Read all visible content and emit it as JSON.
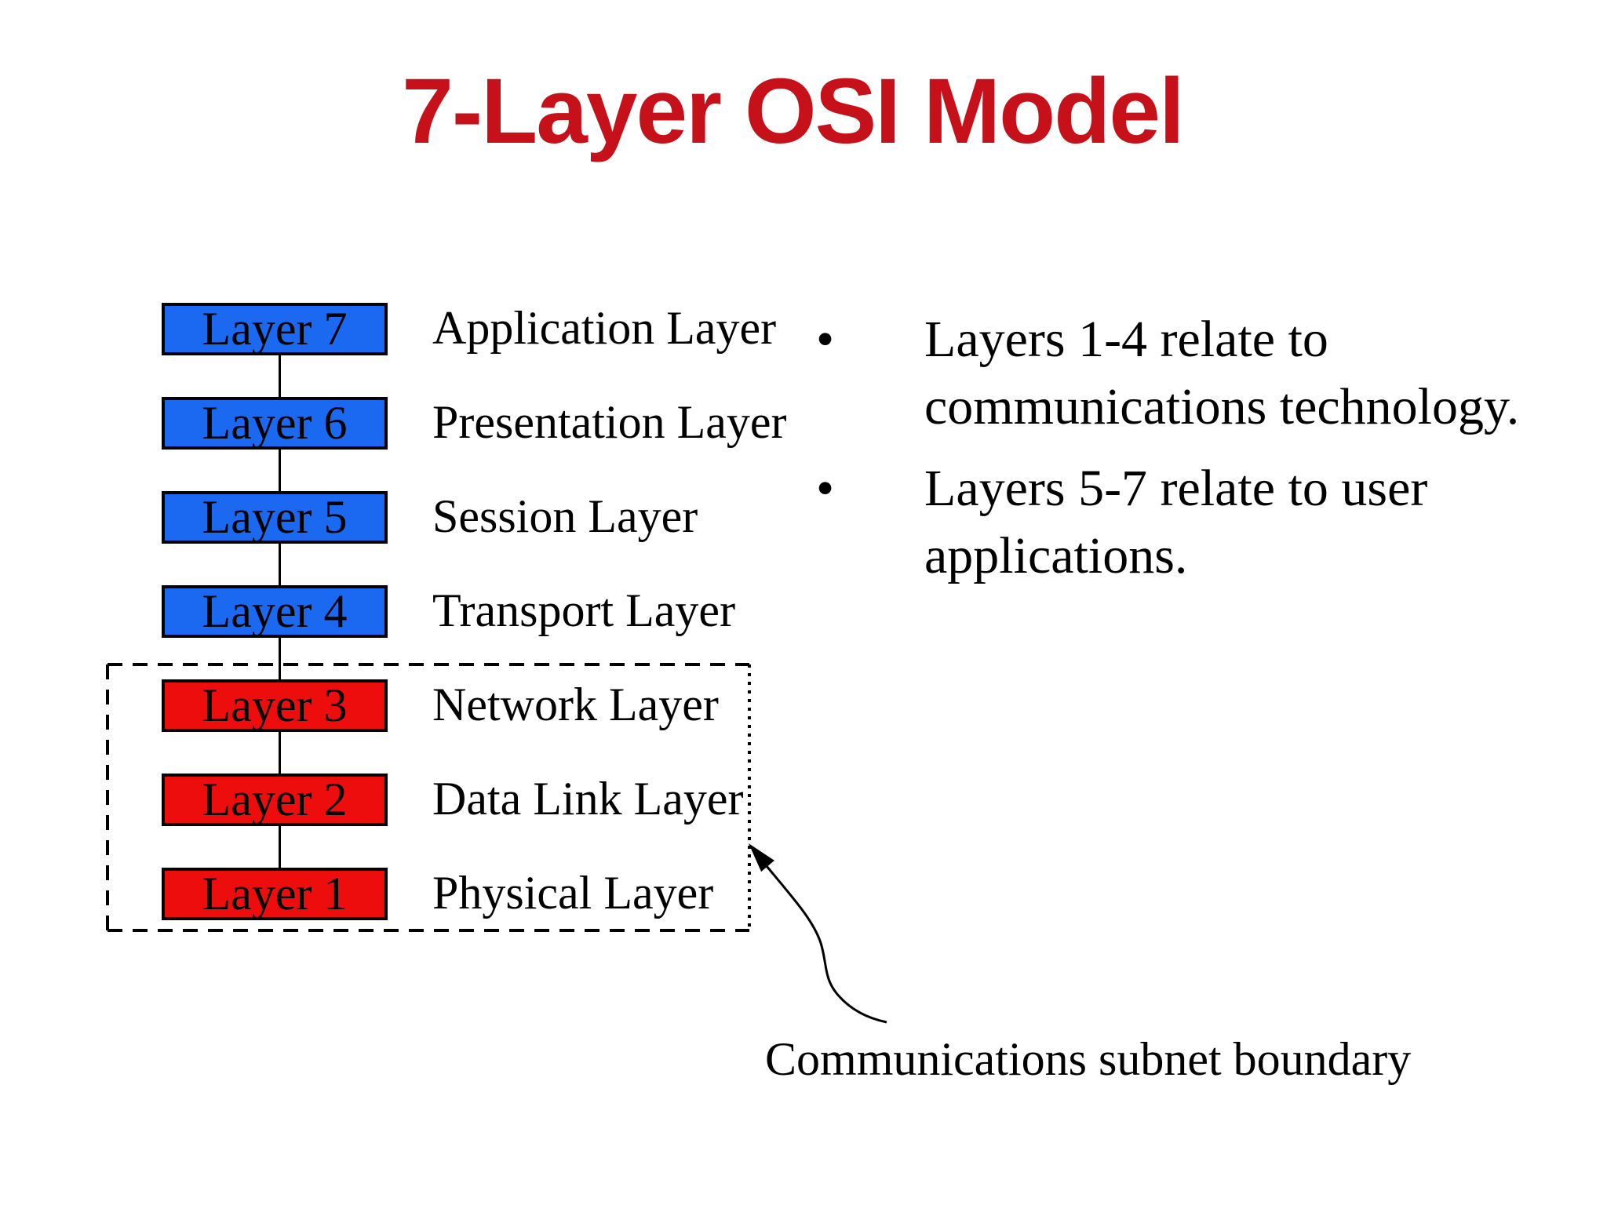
{
  "title": {
    "text": "7-Layer OSI Model",
    "color": "#c6101a"
  },
  "diagram": {
    "colors": {
      "upper_layers": "#1a69f0",
      "lower_layers": "#ee0d0d"
    },
    "layers": [
      {
        "box": "Layer 7",
        "name": "Application Layer",
        "group": "upper"
      },
      {
        "box": "Layer 6",
        "name": "Presentation Layer",
        "group": "upper"
      },
      {
        "box": "Layer 5",
        "name": "Session Layer",
        "group": "upper"
      },
      {
        "box": "Layer 4",
        "name": "Transport Layer",
        "group": "upper"
      },
      {
        "box": "Layer 3",
        "name": "Network Layer",
        "group": "lower"
      },
      {
        "box": "Layer 2",
        "name": "Data Link Layer",
        "group": "lower"
      },
      {
        "box": "Layer 1",
        "name": "Physical Layer",
        "group": "lower"
      }
    ],
    "subnet_boundary_label": "Communications subnet boundary"
  },
  "bullets": [
    {
      "marker": "•",
      "lines": [
        "Layers 1-4 relate to",
        "communications technology."
      ]
    },
    {
      "marker": "•",
      "lines": [
        "Layers 5-7 relate to user",
        "applications."
      ]
    }
  ]
}
